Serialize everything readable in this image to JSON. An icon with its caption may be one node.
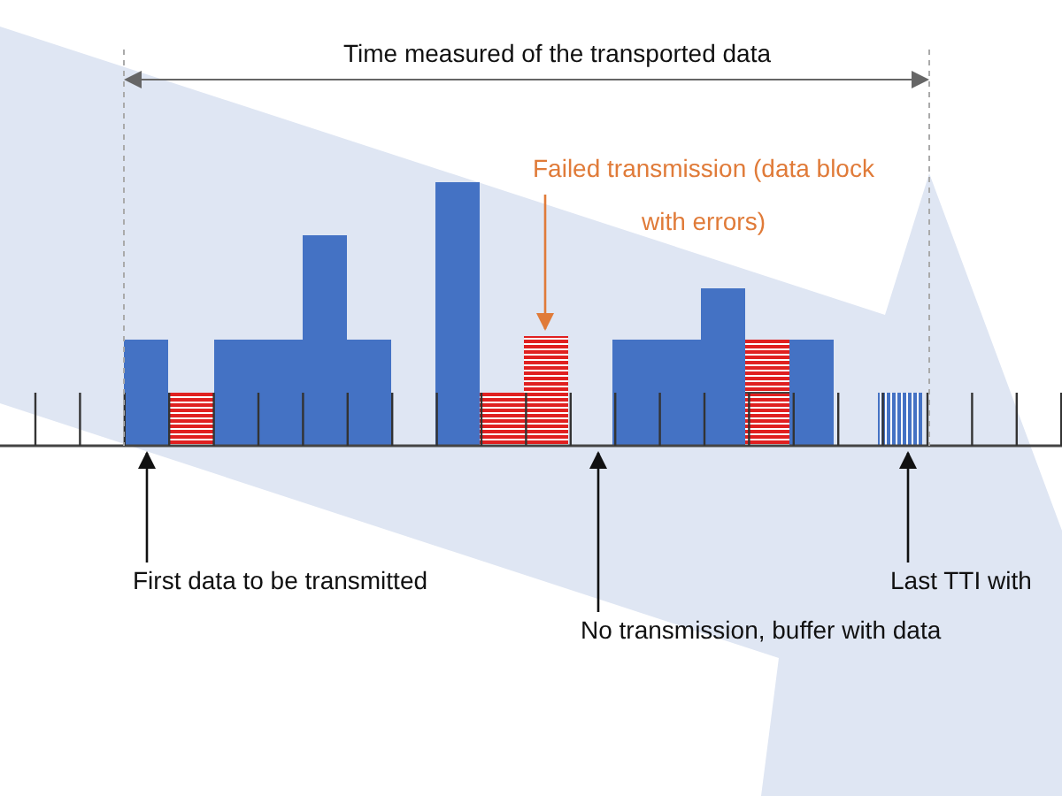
{
  "diagram": {
    "nodes": [
      {
        "text": [
          "Failed transmission (data block with errors)"
        ]
      },
      {
        "text": [
          "First data to be transmitted"
        ]
      },
      {
        "text": [
          "No transmission, buffer with data"
        ]
      },
      {
        "text": [
          "Last TTI with"
        ]
      }
    ],
    "edges": [
      {
        "from": 0,
        "to": null,
        "arrow": "to",
        "color": "#e07b39"
      },
      {
        "from": 1,
        "to": null,
        "arrow": "to"
      },
      {
        "from": 2,
        "to": null,
        "arrow": "to"
      },
      {
        "from": 3,
        "to": null,
        "arrow": "to"
      }
    ],
    "labels": [
      "Time measured of the transported data"
    ]
  }
}
